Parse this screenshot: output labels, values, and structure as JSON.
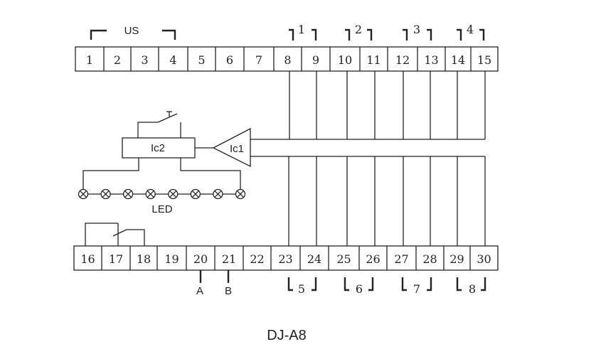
{
  "title": "DJ-A8",
  "top_terminals": [
    "1",
    "2",
    "3",
    "4",
    "5",
    "6",
    "7",
    "8",
    "9",
    "10",
    "11",
    "12",
    "13",
    "14",
    "15"
  ],
  "bottom_terminals": [
    "16",
    "17",
    "18",
    "19",
    "20",
    "21",
    "22",
    "23",
    "24",
    "25",
    "26",
    "27",
    "28",
    "29",
    "30"
  ],
  "top_groups": [
    "US",
    "1",
    "2",
    "3",
    "4"
  ],
  "bottom_groups": [
    "5",
    "6",
    "7",
    "8"
  ],
  "bus_labels": [
    "A",
    "B"
  ],
  "ic1_label": "Ic1",
  "ic2_label": "Ic2",
  "led_label": "LED",
  "led_count": 8
}
